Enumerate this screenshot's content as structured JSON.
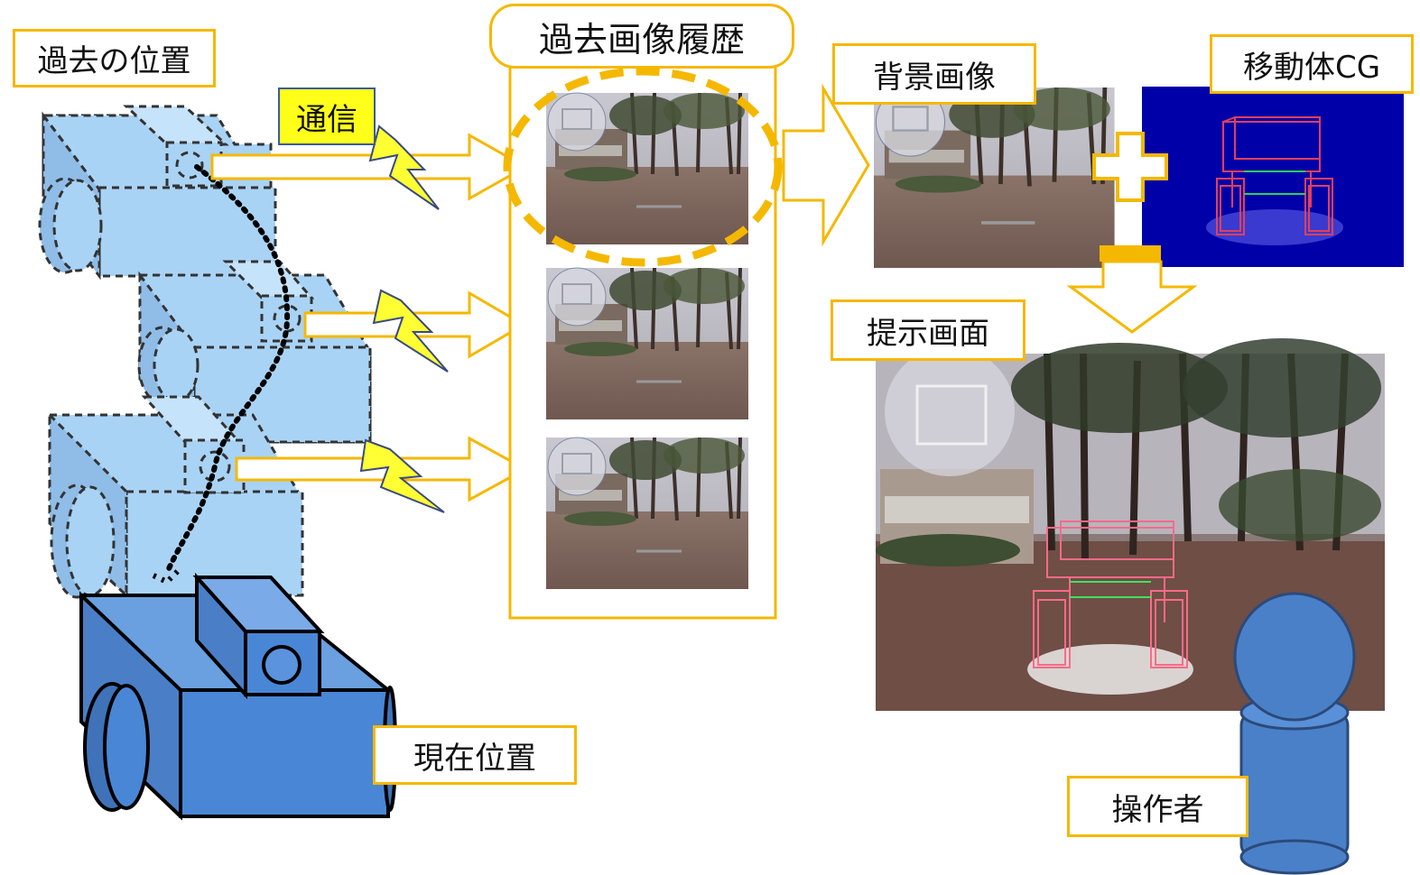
{
  "labels": {
    "past_position": "過去の位置",
    "communication": "通信",
    "image_history": "過去画像履歴",
    "background_image": "背景画像",
    "robot_cg": "移動体CG",
    "display_screen": "提示画面",
    "current_position": "現在位置",
    "operator": "操作者"
  },
  "icons": {
    "lightning": "lightning-bolt-icon",
    "plus": "plus-icon",
    "minus": "minus-icon"
  },
  "colors": {
    "accent": "#f5b800",
    "ghost_robot": "#a9d3f5",
    "current_robot": "#4a86d6",
    "cg_background": "#0000a8",
    "wireframe": "#e0405a"
  }
}
